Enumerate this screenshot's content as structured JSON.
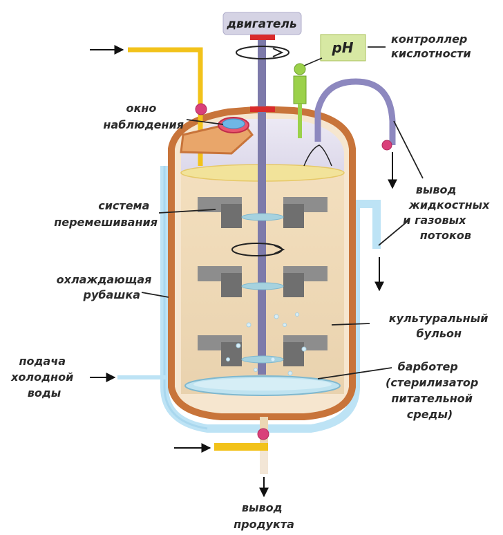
{
  "labels": {
    "motor": "двигатель",
    "ph": "pH",
    "acidity_controller": [
      "контроллер",
      "кислотности"
    ],
    "observation_window": [
      "окно",
      "наблюдения"
    ],
    "mixing_system": [
      "система",
      "перемешивания"
    ],
    "cooling_jacket": [
      "охлаждающая",
      "рубашка"
    ],
    "cold_water_supply": [
      "подача",
      "холодной",
      "воды"
    ],
    "gas_liquid_outlet": [
      "вывод",
      "жидкостных",
      "и газовых",
      "потоков"
    ],
    "culture_broth": [
      "культуральный",
      "бульон"
    ],
    "sparger": [
      "барботер",
      "(стерилизатор",
      "питательной",
      "среды)"
    ],
    "product_outlet": [
      "вывод",
      "продукта"
    ]
  },
  "colors": {
    "vessel_wall": "#c8743a",
    "vessel_fill": "#f5e2c8",
    "broth": "#ecd7b4",
    "jacket": "#bde3f5",
    "shaft": "#7d7aaa",
    "impeller": "#8d8d8d",
    "yellow_pipe": "#f2c21a",
    "ph_box": "#d7e8a3",
    "valve": "#d9407a",
    "motor_box": "#d5d3e4"
  }
}
